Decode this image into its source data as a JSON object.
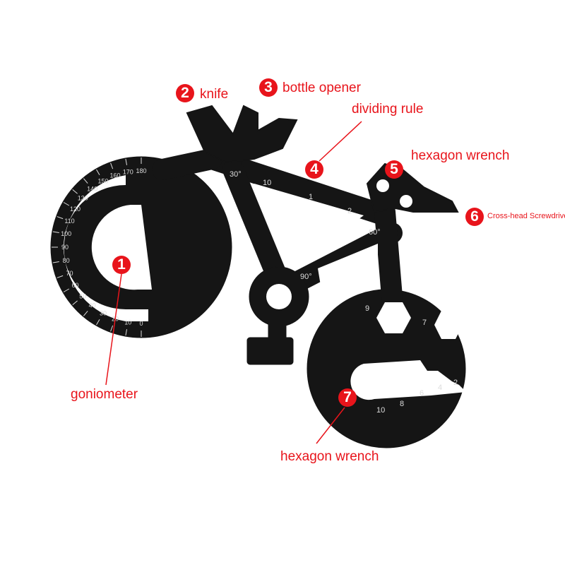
{
  "callouts": [
    {
      "number": "1",
      "label": "goniometer"
    },
    {
      "number": "2",
      "label": "knife"
    },
    {
      "number": "3",
      "label": "bottle opener"
    },
    {
      "number": "4",
      "label": "dividing rule"
    },
    {
      "number": "5",
      "label": "hexagon wrench"
    },
    {
      "number": "6",
      "label": "Cross-head Screwdrivers"
    },
    {
      "number": "7",
      "label": "hexagon wrench"
    }
  ],
  "tool_markings": {
    "angles": [
      "30°",
      "60°",
      "90°"
    ],
    "ruler": [
      "10",
      "1",
      "2"
    ],
    "hex_sizes": [
      "9",
      "7",
      "10",
      "8",
      "6",
      "4",
      "2"
    ],
    "outer_scale": [
      "0",
      "10",
      "20",
      "30",
      "40",
      "50",
      "60",
      "70",
      "80",
      "90",
      "100",
      "110",
      "120",
      "130",
      "140",
      "150",
      "160",
      "170",
      "180"
    ]
  },
  "colors": {
    "accent": "#e8141b",
    "tool": "#151515"
  }
}
